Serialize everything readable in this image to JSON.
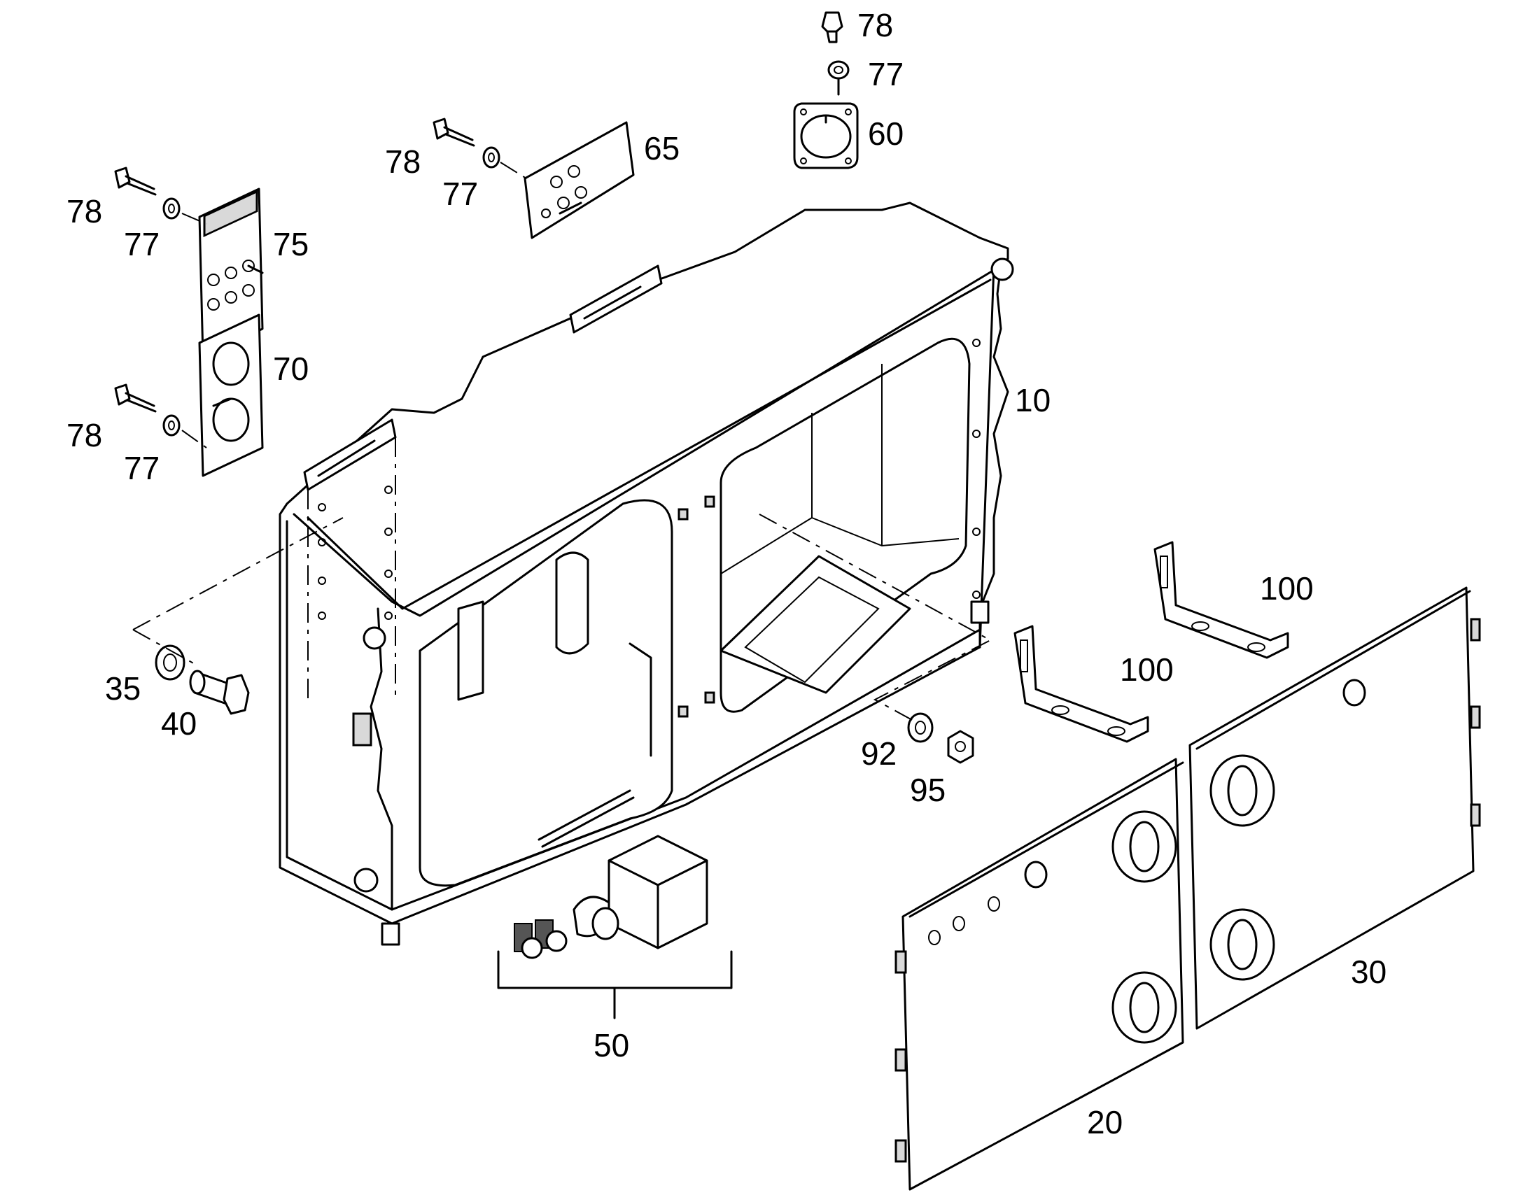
{
  "callouts": {
    "c10": "10",
    "c20": "20",
    "c30": "30",
    "c35": "35",
    "c40": "40",
    "c50": "50",
    "c60": "60",
    "c65": "65",
    "c70": "70",
    "c75": "75",
    "c77a": "77",
    "c77b": "77",
    "c77c": "77",
    "c77d": "77",
    "c78a": "78",
    "c78b": "78",
    "c78c": "78",
    "c78d": "78",
    "c92": "92",
    "c95": "95",
    "c100a": "100",
    "c100b": "100"
  }
}
